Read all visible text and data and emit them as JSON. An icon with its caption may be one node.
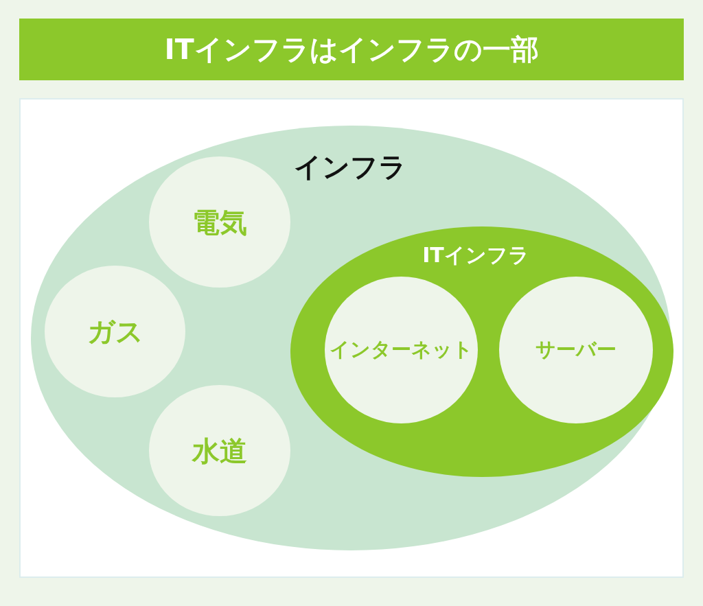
{
  "diagram": {
    "title": "ITインフラはインフラの一部",
    "nodes": [
      {
        "text": [
          "インフラ"
        ]
      },
      {
        "text": [
          "電気"
        ],
        "in": 0
      },
      {
        "text": [
          "ガス"
        ],
        "in": 0
      },
      {
        "text": [
          "水道"
        ],
        "in": 0
      },
      {
        "text": [
          "ITインフラ"
        ],
        "in": 0
      },
      {
        "text": [
          "インターネット"
        ],
        "in": 4
      },
      {
        "text": [
          "サーバー"
        ],
        "in": 4
      }
    ]
  }
}
